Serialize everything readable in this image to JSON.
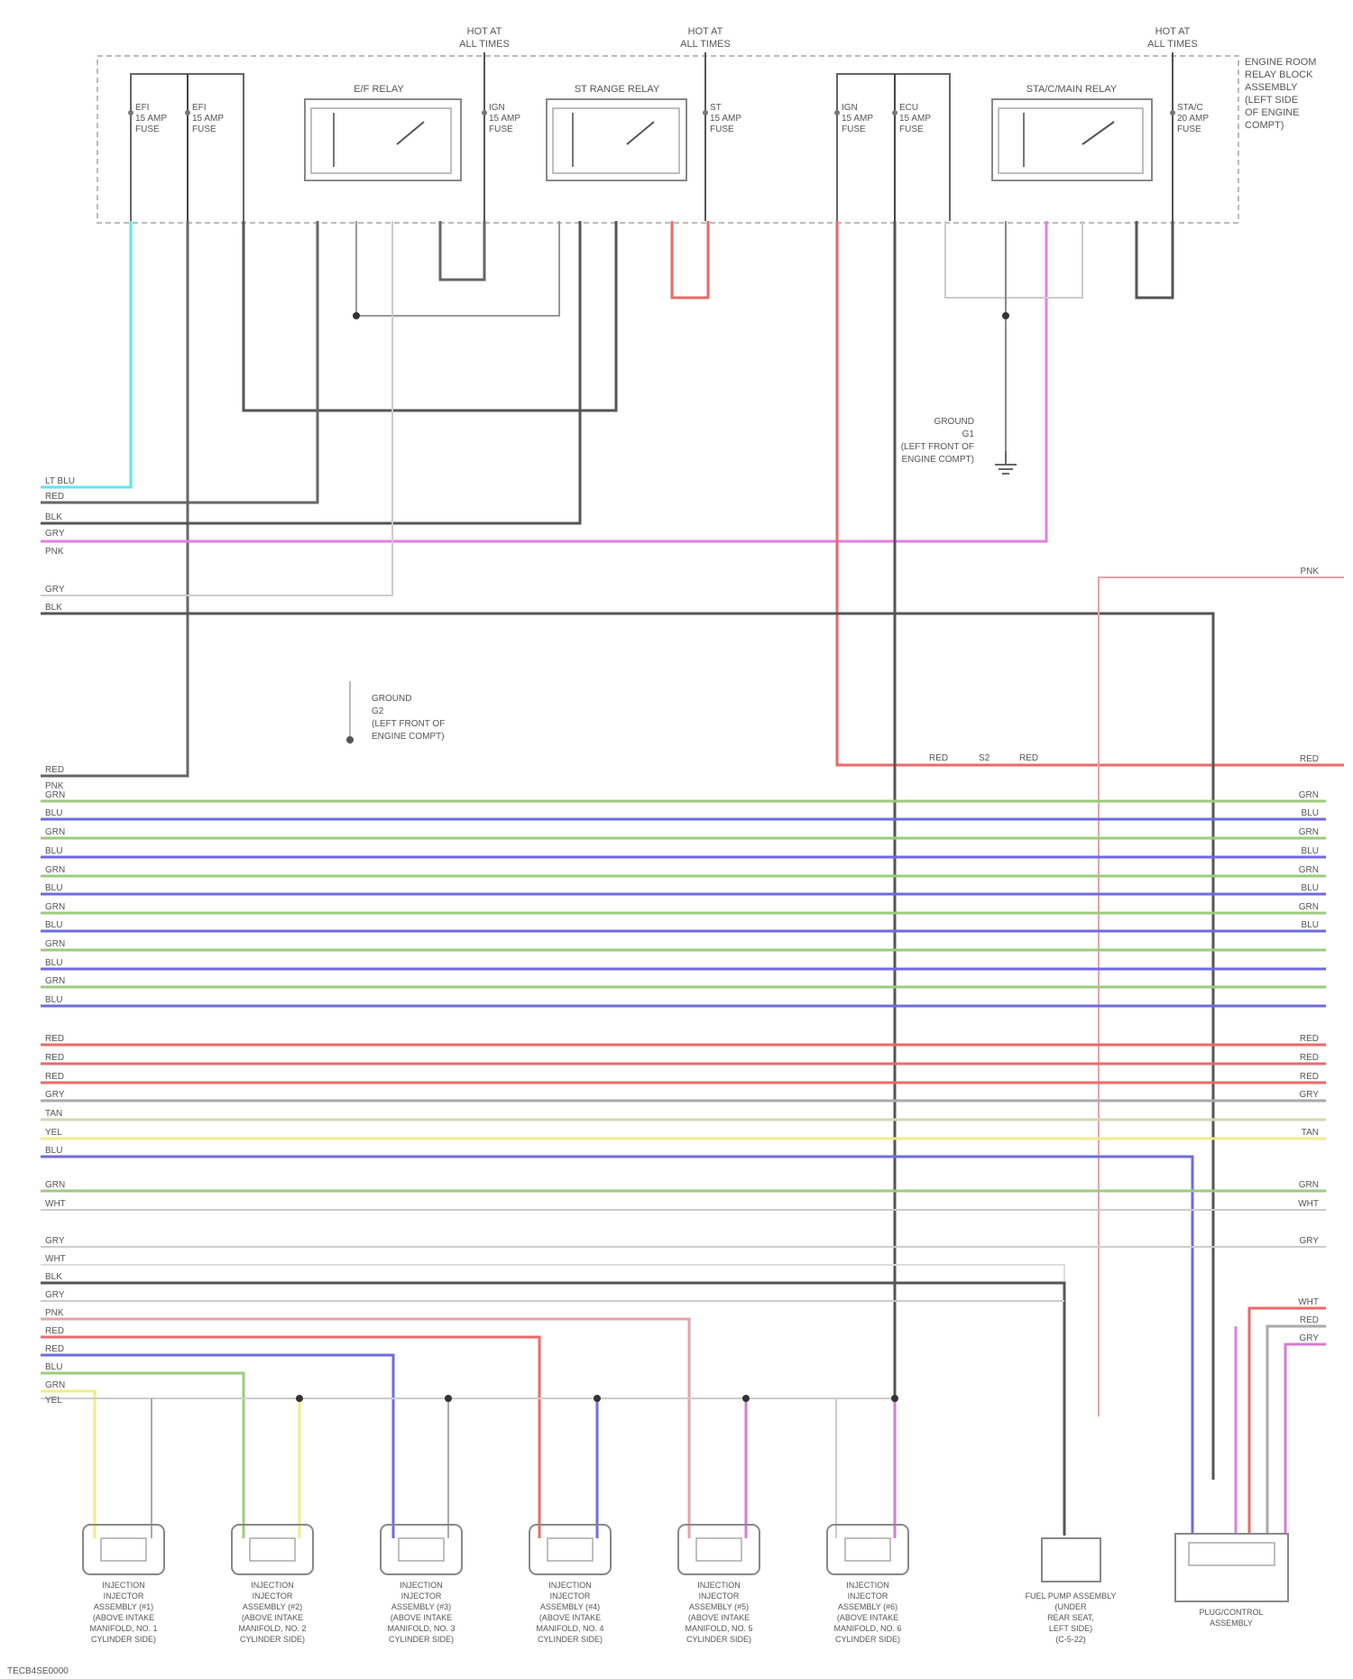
{
  "hot_labels": [
    {
      "line1": "HOT AT",
      "line2": "ALL TIMES"
    },
    {
      "line1": "HOT AT",
      "line2": "ALL TIMES"
    },
    {
      "line1": "HOT AT",
      "line2": "ALL TIMES"
    }
  ],
  "junction_block": [
    "ENGINE ROOM",
    "RELAY BLOCK",
    "ASSEMBLY",
    "(LEFT SIDE",
    "OF ENGINE",
    "COMPT)"
  ],
  "relays": [
    "E/F RELAY",
    "ST RANGE RELAY",
    "STA/C/MAIN RELAY"
  ],
  "fuses": [
    [
      "EFI",
      "15 AMP",
      "FUSE"
    ],
    [
      "EFI",
      "15 AMP",
      "FUSE"
    ],
    [
      "IGN",
      "15 AMP",
      "FUSE"
    ],
    [
      "ST",
      "15 AMP",
      "FUSE"
    ],
    [
      "IGN",
      "15 AMP",
      "FUSE"
    ],
    [
      "ECU",
      "15 AMP",
      "FUSE"
    ],
    [
      "STA/C",
      "20 AMP",
      "FUSE"
    ]
  ],
  "ground_labels": [
    [
      "GROUND",
      "G1",
      "(LEFT FRONT OF",
      "ENGINE COMPT)"
    ],
    [
      "GROUND",
      "G2",
      "(LEFT FRONT OF",
      "ENGINE COMPT)"
    ]
  ],
  "left_wires_top": [
    "LT BLU",
    "RED",
    "BLK",
    "GRY",
    "PNK"
  ],
  "left_wires_mid": [
    "GRY",
    "BLK"
  ],
  "left_wires_main": [
    "RED",
    "PNK",
    "GRN",
    "BLU",
    "GRN",
    "BLU",
    "GRN",
    "BLU",
    "GRN",
    "BLU",
    "GRN",
    "BLU",
    "GRN",
    "BLU"
  ],
  "left_wires_group2": [
    "RED",
    "RED",
    "RED",
    "GRY",
    "TAN",
    "YEL",
    "BLU"
  ],
  "left_wires_group3": [
    "GRN",
    "WHT"
  ],
  "left_wires_group4": [
    "GRY",
    "WHT",
    "BLK",
    "GRY",
    "PNK",
    "RED",
    "RED",
    "BLU",
    "GRN",
    "YEL"
  ],
  "right_wires": [
    "PNK",
    "RED",
    "GRN",
    "BLU",
    "GRN",
    "BLU",
    "GRN",
    "BLU",
    "GRN",
    "BLU",
    "RED",
    "RED",
    "RED",
    "GRY",
    "TAN",
    "GRN",
    "WHT",
    "GRY",
    "WHT",
    "RED",
    "GRY"
  ],
  "splice_labels": [
    "RED",
    "S2",
    "RED"
  ],
  "injectors": [
    [
      "INJECTION",
      "INJECTOR",
      "ASSEMBLY (#1)",
      "(ABOVE INTAKE",
      "MANIFOLD, NO. 1",
      "CYLINDER SIDE)"
    ],
    [
      "INJECTION",
      "INJECTOR",
      "ASSEMBLY (#2)",
      "(ABOVE INTAKE",
      "MANIFOLD, NO. 2",
      "CYLINDER SIDE)"
    ],
    [
      "INJECTION",
      "INJECTOR",
      "ASSEMBLY (#3)",
      "(ABOVE INTAKE",
      "MANIFOLD, NO. 3",
      "CYLINDER SIDE)"
    ],
    [
      "INJECTION",
      "INJECTOR",
      "ASSEMBLY (#4)",
      "(ABOVE INTAKE",
      "MANIFOLD, NO. 4",
      "CYLINDER SIDE)"
    ],
    [
      "INJECTION",
      "INJECTOR",
      "ASSEMBLY (#5)",
      "(ABOVE INTAKE",
      "MANIFOLD, NO. 5",
      "CYLINDER SIDE)"
    ],
    [
      "INJECTION",
      "INJECTOR",
      "ASSEMBLY (#6)",
      "(ABOVE INTAKE",
      "MANIFOLD, NO. 6",
      "CYLINDER SIDE)"
    ]
  ],
  "fuel_pump": [
    "FUEL PUMP ASSEMBLY",
    "(UNDER",
    "REAR SEAT,",
    "LEFT SIDE)",
    "(C-5-22)"
  ],
  "fuel_pressure": [
    "PLUG/CONTROL",
    "ASSEMBLY"
  ],
  "footer_code": "TECB4SE0000",
  "colors": {
    "lt_blu": "#5fe6f2",
    "red": "#e96a6a",
    "pnk": "#e6a3a6",
    "grn": "#9ccb7e",
    "blu": "#6f6bde",
    "gry": "#8f8f8f",
    "blk": "#3b3b3b",
    "yel": "#eeee88",
    "mag": "#d87ad6",
    "tan": "#cfcfa0",
    "wht": "#dddddd"
  }
}
